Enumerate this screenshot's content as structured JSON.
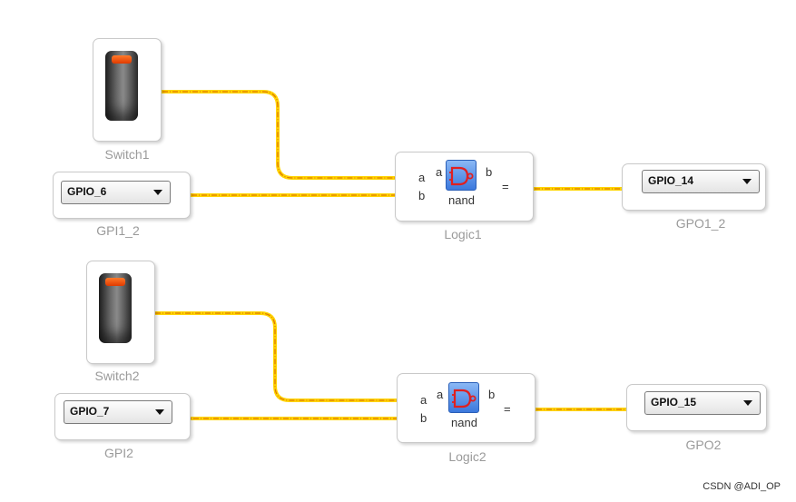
{
  "switches": [
    {
      "label": "Switch1"
    },
    {
      "label": "Switch2"
    }
  ],
  "inputs": [
    {
      "label": "GPI1_2",
      "selected": "GPIO_6"
    },
    {
      "label": "GPI2",
      "selected": "GPIO_7"
    }
  ],
  "logic": [
    {
      "label": "Logic1",
      "in_a": "a",
      "in_b": "b",
      "gate_a": "a",
      "gate_b": "b",
      "eq": "=",
      "op": "nand"
    },
    {
      "label": "Logic2",
      "in_a": "a",
      "in_b": "b",
      "gate_a": "a",
      "gate_b": "b",
      "eq": "=",
      "op": "nand"
    }
  ],
  "outputs": [
    {
      "label": "GPO1_2",
      "selected": "GPIO_14"
    },
    {
      "label": "GPO2",
      "selected": "GPIO_15"
    }
  ],
  "colors": {
    "wire": "#ffd400",
    "wire_dash": "#e07a00",
    "port_blue": "#1a33ff",
    "port_green": "#12a04a",
    "port_red": "#e8683a"
  },
  "watermark": "CSDN @ADI_OP"
}
